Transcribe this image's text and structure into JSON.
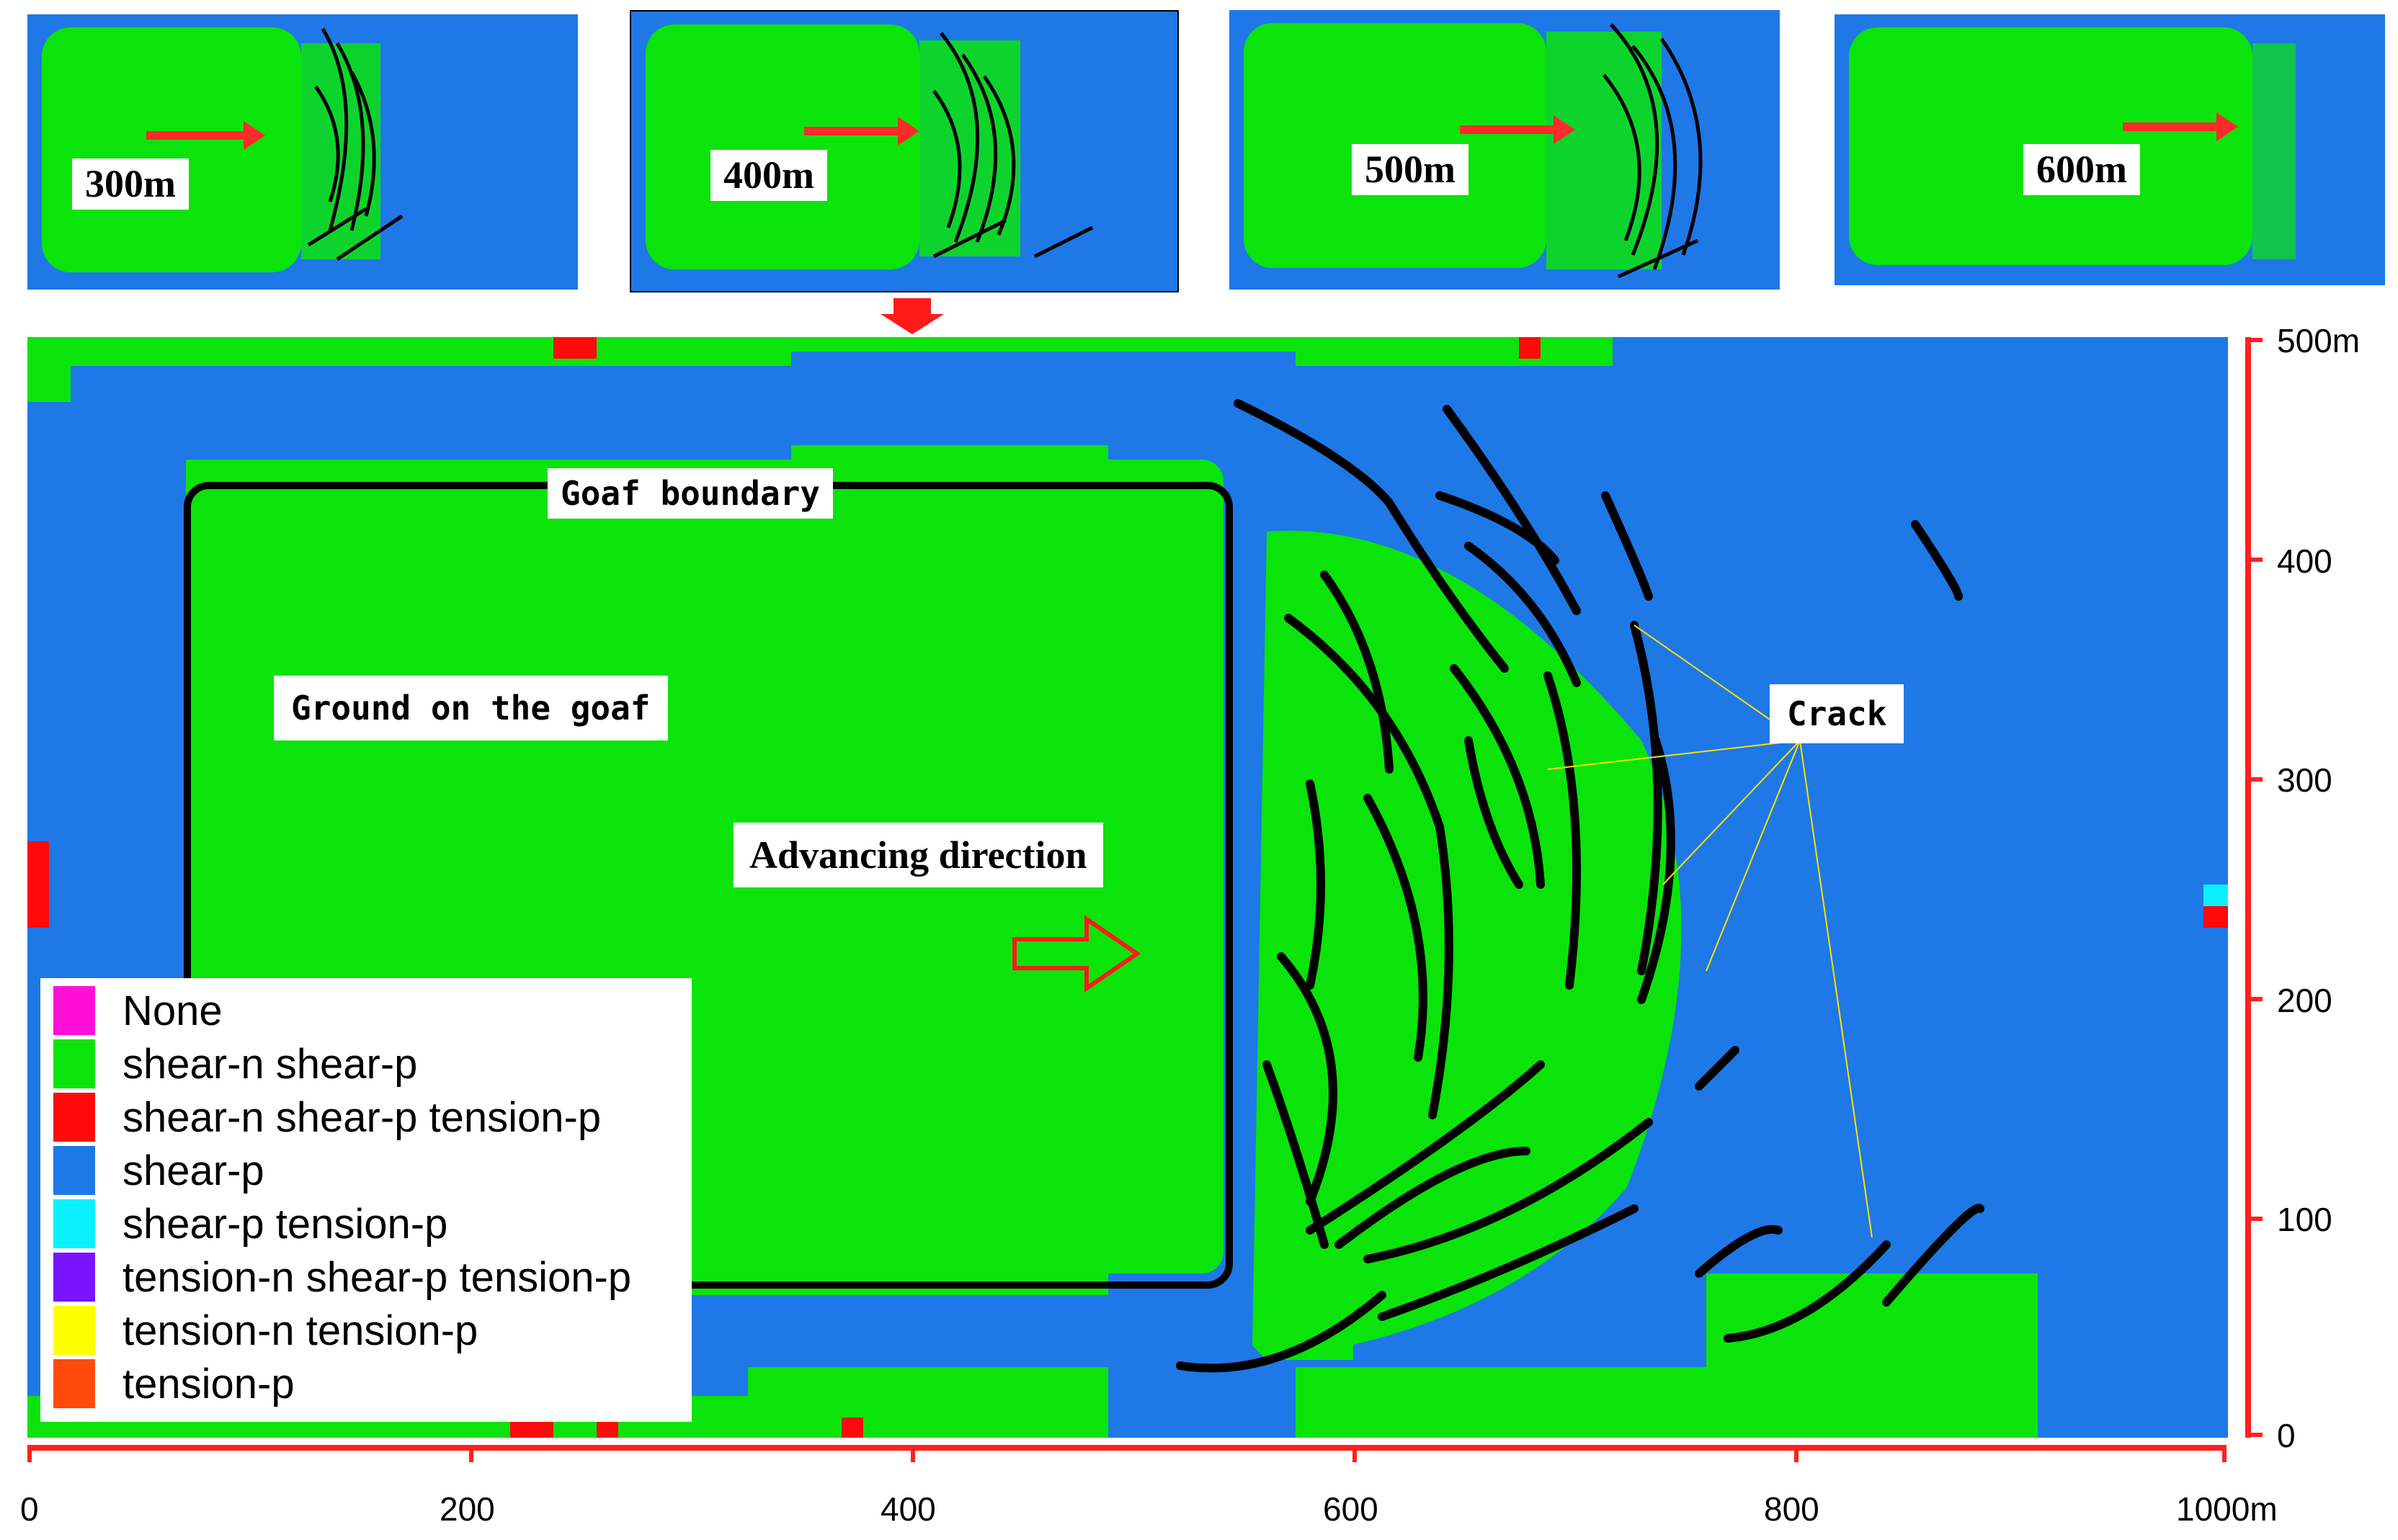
{
  "thumbnails": [
    {
      "label": "300m"
    },
    {
      "label": "400m"
    },
    {
      "label": "500m"
    },
    {
      "label": "600m"
    }
  ],
  "main": {
    "goaf_label": "Goaf boundary",
    "ground_label": "Ground on the goaf",
    "advance_label": "Advancing direction",
    "crack_label": "Crack"
  },
  "legend": [
    {
      "label": "None",
      "color": "#ff10d8"
    },
    {
      "label": "shear-n shear-p",
      "color": "#0ae40a"
    },
    {
      "label": "shear-n shear-p tension-p",
      "color": "#ff0a0a"
    },
    {
      "label": "shear-p",
      "color": "#1e78e6"
    },
    {
      "label": "shear-p tension-p",
      "color": "#0af0ff"
    },
    {
      "label": "tension-n shear-p tension-p",
      "color": "#7a14ff"
    },
    {
      "label": "tension-n tension-p",
      "color": "#ffff00"
    },
    {
      "label": "tension-p",
      "color": "#ff4a0a"
    }
  ],
  "x_axis": {
    "ticks": [
      "0",
      "200",
      "400",
      "600",
      "800",
      "1000m"
    ]
  },
  "y_axis": {
    "ticks": [
      "500m",
      "400",
      "300",
      "200",
      "100",
      "0"
    ]
  },
  "colors": {
    "green": "#0ae40a",
    "blue": "#1e78e6",
    "red": "#ff0a0a",
    "axis": "#ff2020"
  }
}
